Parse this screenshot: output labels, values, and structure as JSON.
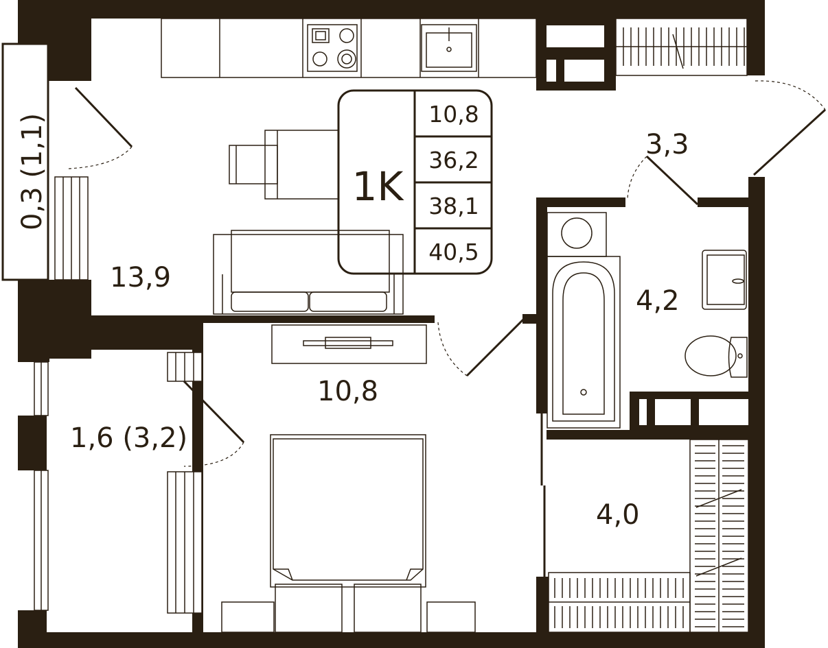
{
  "apartment": {
    "type_label": "1K",
    "summary": [
      "10,8",
      "36,2",
      "38,1",
      "40,5"
    ]
  },
  "rooms": {
    "living": "13,9",
    "bedroom": "10,8",
    "hall": "3,3",
    "bathroom": "4,2",
    "storage": "4,0",
    "balcony": "1,6 (3,2)",
    "loggia": "0,3 (1,1)"
  },
  "colors": {
    "wall": "#2a1f12",
    "background": "#ffffff"
  }
}
